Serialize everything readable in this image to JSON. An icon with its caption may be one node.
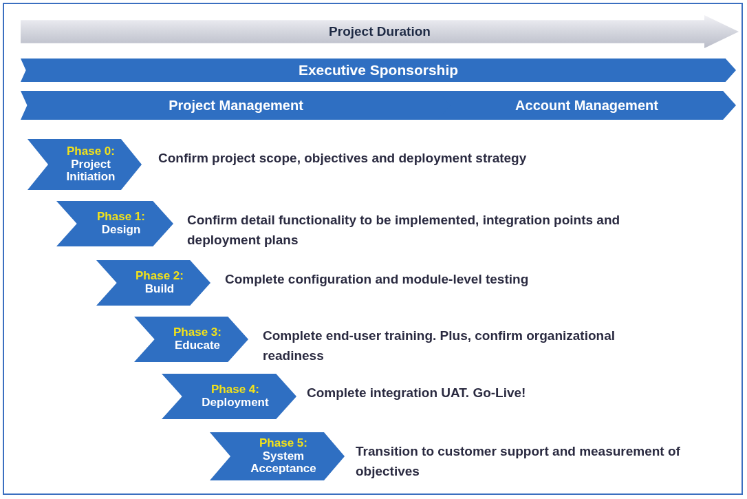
{
  "diagram": {
    "nodes": [
      {
        "text": [
          "Project Duration"
        ]
      },
      {
        "text": [
          "Executive Sponsorship"
        ]
      },
      {
        "text": [
          "Project Management"
        ]
      },
      {
        "text": [
          "Account Management"
        ]
      },
      {
        "text": [
          "Phase 0:",
          "Project Initiation"
        ],
        "beside": [
          "Confirm project scope, objectives and deployment strategy"
        ]
      },
      {
        "text": [
          "Phase 1:",
          "Design"
        ],
        "beside": [
          "Confirm detail functionality to be implemented, integration points and deployment plans"
        ]
      },
      {
        "text": [
          "Phase 2:",
          "Build"
        ],
        "beside": [
          "Complete configuration and module-level testing"
        ]
      },
      {
        "text": [
          "Phase 3:",
          "Educate"
        ],
        "beside": [
          "Complete end-user training. Plus, confirm organizational readiness"
        ]
      },
      {
        "text": [
          "Phase 4:",
          "Deployment"
        ],
        "beside": [
          "Complete integration UAT. Go-Live!"
        ]
      },
      {
        "text": [
          "Phase 5:",
          "System Acceptance"
        ],
        "beside": [
          "Transition to customer support  and measurement of objectives"
        ]
      }
    ]
  }
}
